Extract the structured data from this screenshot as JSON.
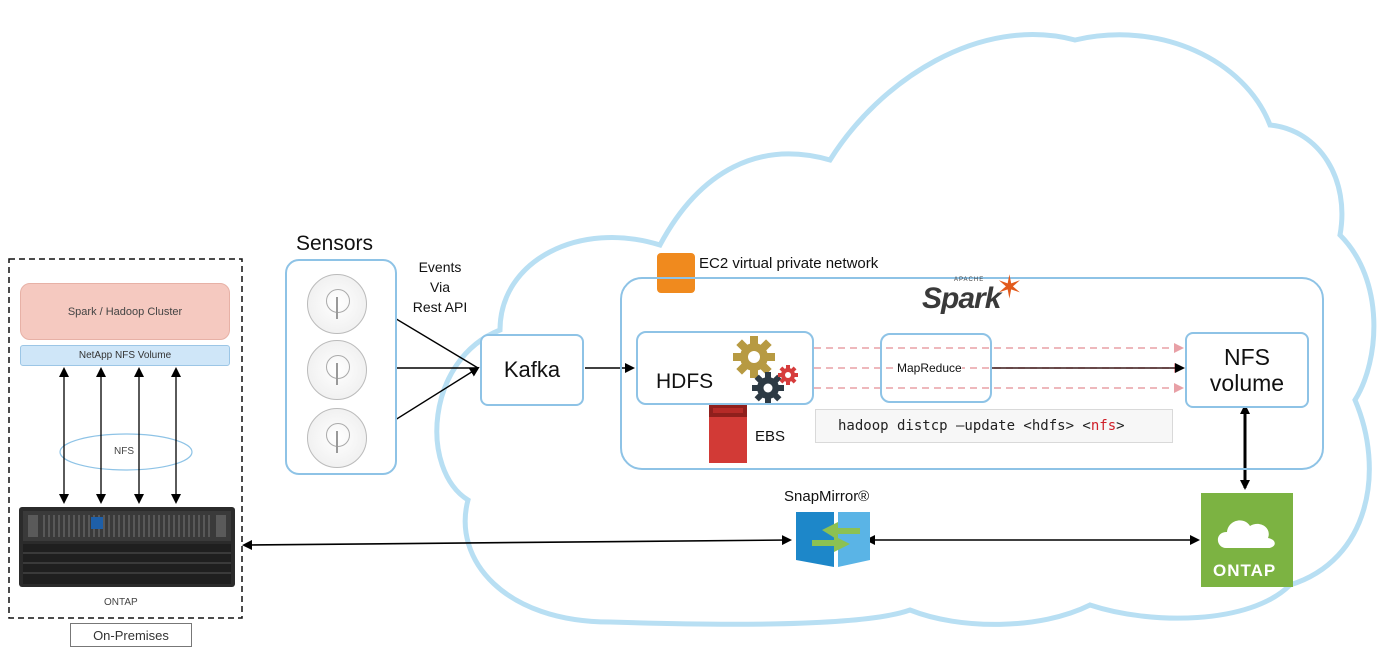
{
  "onprem": {
    "cluster_label": "Spark / Hadoop Cluster",
    "volume_label": "NetApp NFS Volume",
    "nfs_label": "NFS",
    "storage_label": "ONTAP",
    "footer_label": "On-Premises"
  },
  "sensors": {
    "title": "Sensors",
    "events_label_lines": [
      "Events",
      "Via",
      "Rest API"
    ],
    "sensor_icon": "antenna-sensor-icon"
  },
  "kafka_label": "Kafka",
  "cloud": {
    "vpc_label": "EC2 virtual private network",
    "spark_super": "APACHE",
    "spark_logo": "Spark",
    "hdfs_label": "HDFS",
    "ebs_label": "EBS",
    "mapreduce_label": "MapReduce",
    "nfs_volume_lines": [
      "NFS",
      "volume"
    ],
    "command_prefix": "hadoop distcp –update <hdfs> <",
    "command_highlight": "nfs",
    "command_suffix": ">",
    "snapmirror_label": "SnapMirror®",
    "ontap_cloud_label": "ONTAP"
  },
  "colors": {
    "cloud_outline": "#b8dff3",
    "box_border": "#8ec3e6",
    "cluster_fill": "#f5c9c0",
    "volume_fill": "#cfe6f8",
    "vpc_square": "#f08a1e",
    "ebs": "#d23a36",
    "ontap_green": "#7cb342",
    "spark_orange": "#e25a1c",
    "dashed_red": "#e8a0a6",
    "command_red": "#d0202a"
  }
}
